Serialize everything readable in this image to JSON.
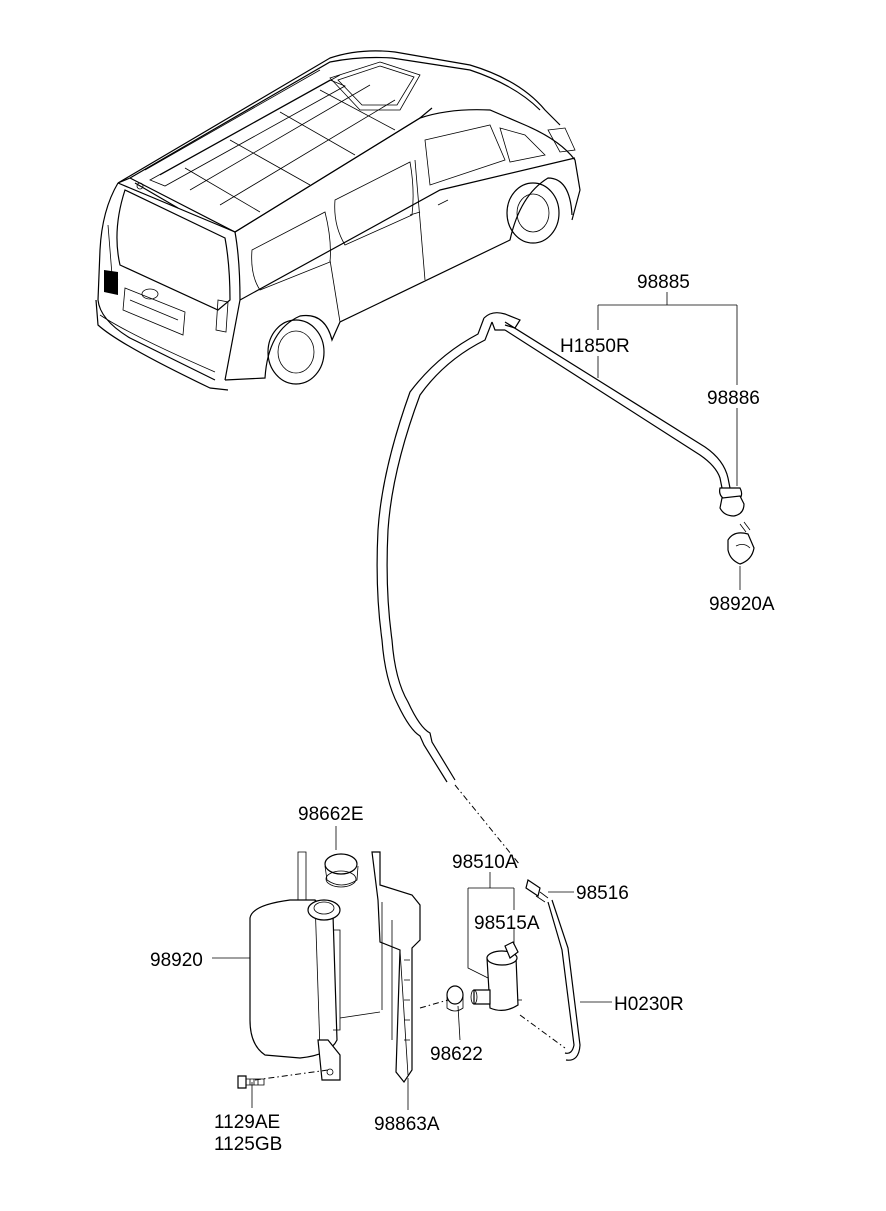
{
  "labels": {
    "n98885": "98885",
    "h1850r": "H1850R",
    "n98886": "98886",
    "n98920a": "98920A",
    "n98662e": "98662E",
    "n98510a": "98510A",
    "n98516": "98516",
    "n98515a": "98515A",
    "n98920": "98920",
    "h0230r": "H0230R",
    "n98622": "98622",
    "n1129ae": "1129AE",
    "n1125gb": "1125GB",
    "n98863a": "98863A"
  }
}
